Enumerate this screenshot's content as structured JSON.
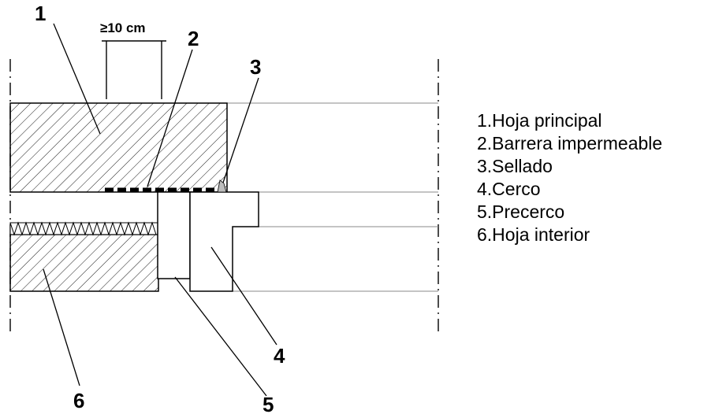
{
  "dimension": {
    "label": "≥10 cm"
  },
  "callouts": [
    "1",
    "2",
    "3",
    "4",
    "5",
    "6"
  ],
  "legend": [
    "1.Hoja principal",
    "2.Barrera impermeable",
    "3.Sellado",
    "4.Cerco",
    "5.Precerco",
    "6.Hoja interior"
  ]
}
